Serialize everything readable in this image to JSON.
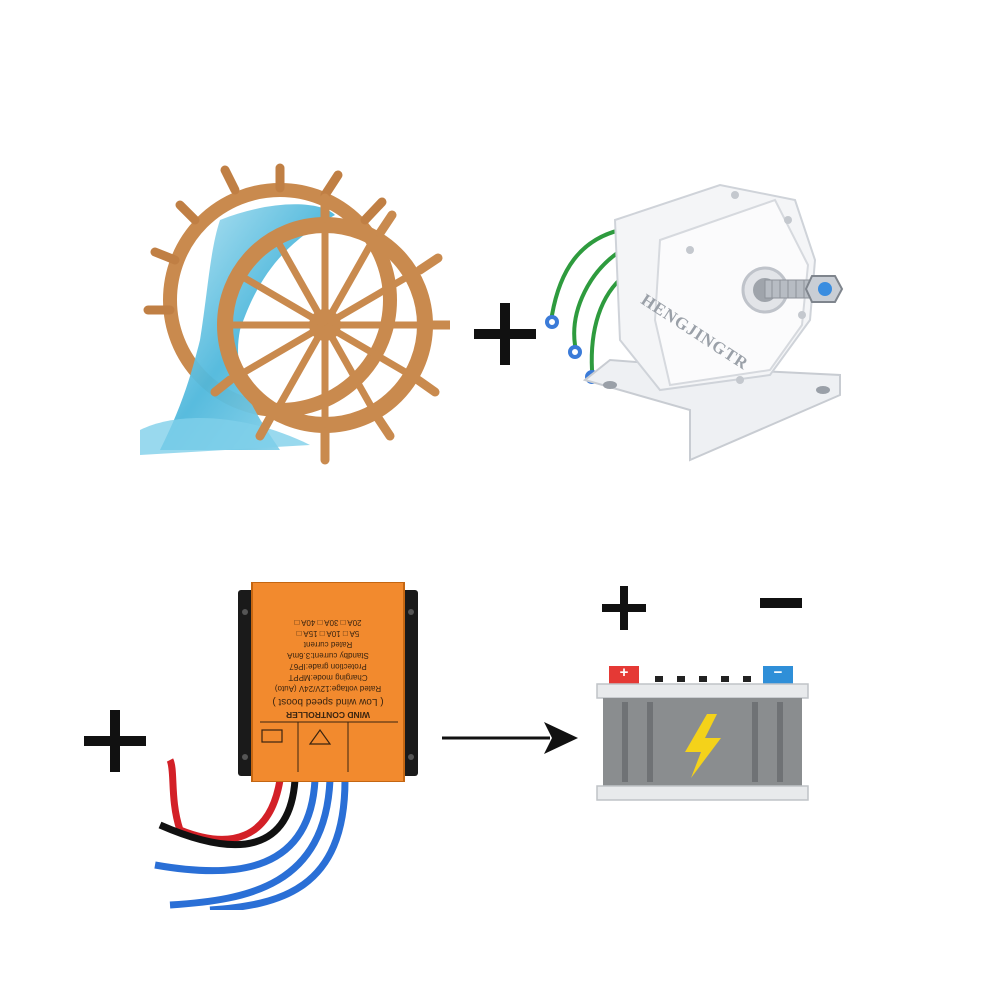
{
  "generator": {
    "watermark": "HENGJINGTR"
  },
  "controller": {
    "title": "WIND CONTROLLER",
    "subtitle": "( Low wind speed boost )",
    "specs": [
      "Rated voltage:12V/24V (Auto)",
      "Charging mode:MPPT",
      "Protection grade:IP67",
      "Standby current:3.6mA"
    ],
    "rated_current_label": "Rated current",
    "current_options_row1": [
      "5A",
      "10A",
      "15A"
    ],
    "current_options_row2": [
      "20A",
      "30A",
      "40A"
    ]
  },
  "battery": {
    "plus_terminal": "+",
    "minus_terminal": "−"
  },
  "symbols": {
    "plus": "+",
    "minus": "−"
  },
  "colors": {
    "wheel": "#c98a4e",
    "water": "#5fc3e0",
    "controller": "#f28a2e",
    "battery_body": "#8a8d8f",
    "bolt": "#f4d21a",
    "plus_terminal": "#e53935",
    "minus_terminal": "#2f8fd8"
  }
}
